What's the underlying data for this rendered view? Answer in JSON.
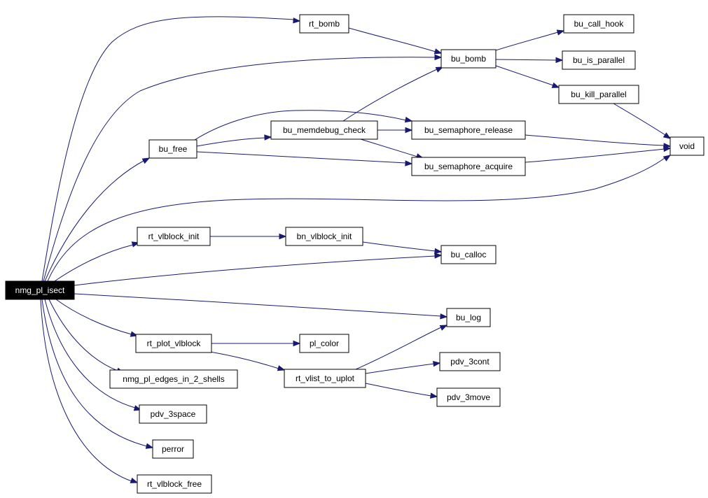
{
  "graph": {
    "edge_color": "#191970",
    "root_fill": "#000000",
    "nodes": [
      {
        "id": "nmg_pl_isect",
        "label": "nmg_pl_isect",
        "root": true
      },
      {
        "id": "rt_bomb",
        "label": "rt_bomb"
      },
      {
        "id": "bu_bomb",
        "label": "bu_bomb"
      },
      {
        "id": "bu_call_hook",
        "label": "bu_call_hook"
      },
      {
        "id": "bu_is_parallel",
        "label": "bu_is_parallel"
      },
      {
        "id": "bu_kill_parallel",
        "label": "bu_kill_parallel"
      },
      {
        "id": "bu_free",
        "label": "bu_free"
      },
      {
        "id": "bu_memdebug_check",
        "label": "bu_memdebug_check"
      },
      {
        "id": "bu_semaphore_release",
        "label": "bu_semaphore_release"
      },
      {
        "id": "bu_semaphore_acquire",
        "label": "bu_semaphore_acquire"
      },
      {
        "id": "void",
        "label": "void"
      },
      {
        "id": "rt_vlblock_init",
        "label": "rt_vlblock_init"
      },
      {
        "id": "bn_vlblock_init",
        "label": "bn_vlblock_init"
      },
      {
        "id": "bu_calloc",
        "label": "bu_calloc"
      },
      {
        "id": "bu_log",
        "label": "bu_log"
      },
      {
        "id": "rt_plot_vlblock",
        "label": "rt_plot_vlblock"
      },
      {
        "id": "pl_color",
        "label": "pl_color"
      },
      {
        "id": "rt_vlist_to_uplot",
        "label": "rt_vlist_to_uplot"
      },
      {
        "id": "pdv_3cont",
        "label": "pdv_3cont"
      },
      {
        "id": "pdv_3move",
        "label": "pdv_3move"
      },
      {
        "id": "nmg_pl_edges_in_2_shells",
        "label": "nmg_pl_edges_in_2_shells"
      },
      {
        "id": "pdv_3space",
        "label": "pdv_3space"
      },
      {
        "id": "perror",
        "label": "perror"
      },
      {
        "id": "rt_vlblock_free",
        "label": "rt_vlblock_free"
      }
    ],
    "edges": [
      {
        "from": "nmg_pl_isect",
        "to": "rt_bomb"
      },
      {
        "from": "nmg_pl_isect",
        "to": "bu_bomb"
      },
      {
        "from": "nmg_pl_isect",
        "to": "bu_free"
      },
      {
        "from": "nmg_pl_isect",
        "to": "void"
      },
      {
        "from": "nmg_pl_isect",
        "to": "rt_vlblock_init"
      },
      {
        "from": "nmg_pl_isect",
        "to": "bu_calloc"
      },
      {
        "from": "nmg_pl_isect",
        "to": "bu_log"
      },
      {
        "from": "nmg_pl_isect",
        "to": "rt_plot_vlblock"
      },
      {
        "from": "nmg_pl_isect",
        "to": "nmg_pl_edges_in_2_shells"
      },
      {
        "from": "nmg_pl_isect",
        "to": "pdv_3space"
      },
      {
        "from": "nmg_pl_isect",
        "to": "perror"
      },
      {
        "from": "nmg_pl_isect",
        "to": "rt_vlblock_free"
      },
      {
        "from": "rt_bomb",
        "to": "bu_bomb"
      },
      {
        "from": "bu_bomb",
        "to": "bu_call_hook"
      },
      {
        "from": "bu_bomb",
        "to": "bu_is_parallel"
      },
      {
        "from": "bu_bomb",
        "to": "bu_kill_parallel"
      },
      {
        "from": "bu_kill_parallel",
        "to": "void"
      },
      {
        "from": "bu_free",
        "to": "bu_memdebug_check"
      },
      {
        "from": "bu_free",
        "to": "bu_semaphore_release"
      },
      {
        "from": "bu_free",
        "to": "bu_semaphore_acquire"
      },
      {
        "from": "bu_memdebug_check",
        "to": "bu_bomb"
      },
      {
        "from": "bu_memdebug_check",
        "to": "bu_semaphore_release"
      },
      {
        "from": "bu_memdebug_check",
        "to": "bu_semaphore_acquire"
      },
      {
        "from": "bu_semaphore_release",
        "to": "void"
      },
      {
        "from": "bu_semaphore_acquire",
        "to": "void"
      },
      {
        "from": "rt_vlblock_init",
        "to": "bn_vlblock_init"
      },
      {
        "from": "bn_vlblock_init",
        "to": "bu_calloc"
      },
      {
        "from": "rt_plot_vlblock",
        "to": "pl_color"
      },
      {
        "from": "rt_plot_vlblock",
        "to": "rt_vlist_to_uplot"
      },
      {
        "from": "rt_vlist_to_uplot",
        "to": "bu_log"
      },
      {
        "from": "rt_vlist_to_uplot",
        "to": "pdv_3cont"
      },
      {
        "from": "rt_vlist_to_uplot",
        "to": "pdv_3move"
      }
    ]
  }
}
